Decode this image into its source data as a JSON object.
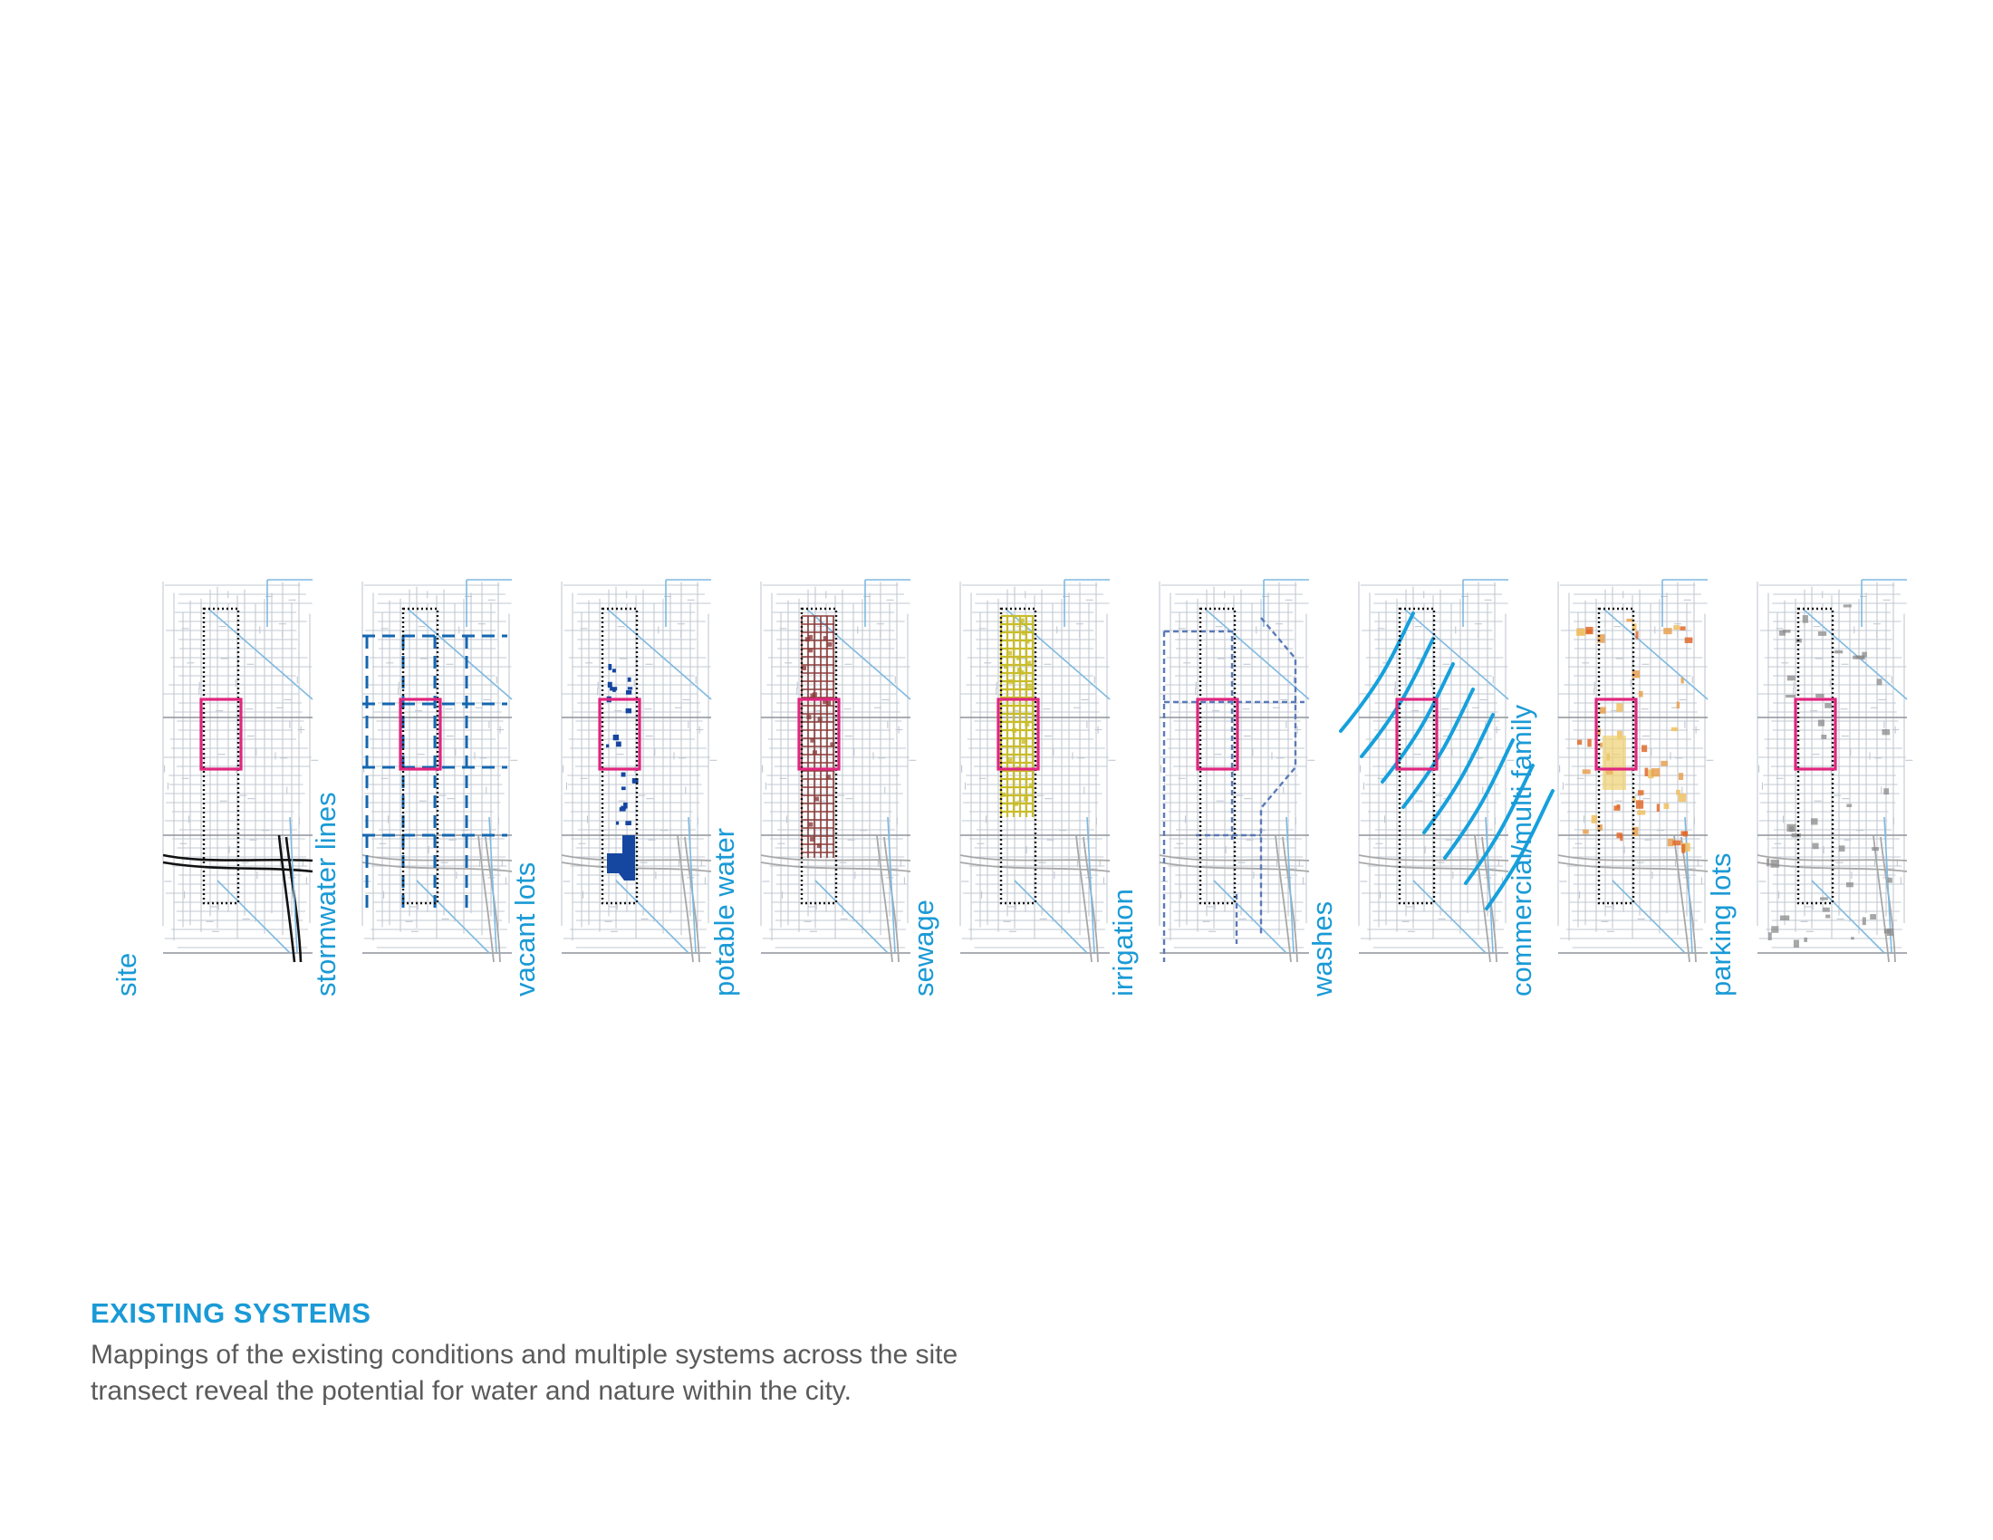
{
  "panels": [
    {
      "id": "site",
      "label": "site",
      "overlay": "highway",
      "color": "#111111"
    },
    {
      "id": "stormwater",
      "label": "stormwater lines",
      "overlay": "dashed-grid",
      "color": "#1466b0"
    },
    {
      "id": "vacant",
      "label": "vacant lots",
      "overlay": "lots",
      "color": "#1546a0"
    },
    {
      "id": "potable",
      "label": "potable water",
      "overlay": "street-fill",
      "color": "#8b3c3a"
    },
    {
      "id": "sewage",
      "label": "sewage",
      "overlay": "street-fill",
      "color": "#c9bd2a"
    },
    {
      "id": "irrigation",
      "label": "irrigation",
      "overlay": "dashed-irregular",
      "color": "#5a7ab8"
    },
    {
      "id": "washes",
      "label": "washes",
      "overlay": "diagonals",
      "color": "#16a0dc"
    },
    {
      "id": "commercial",
      "label": "commercial/multi family",
      "overlay": "parcels",
      "color": "#e8a050"
    },
    {
      "id": "parking",
      "label": "parking lots",
      "overlay": "parcels-gray",
      "color": "#8a8a8a"
    }
  ],
  "accent_colors": {
    "focus_box": "#e0267e",
    "transect_box": "#111111",
    "street_base": "#c2c8d2",
    "river": "#7fb9e0",
    "label": "#1a9ad6"
  },
  "caption": {
    "title": "EXISTING SYSTEMS",
    "body": "Mappings of the existing conditions and multiple systems across the site transect reveal the potential for water and nature within the city."
  }
}
